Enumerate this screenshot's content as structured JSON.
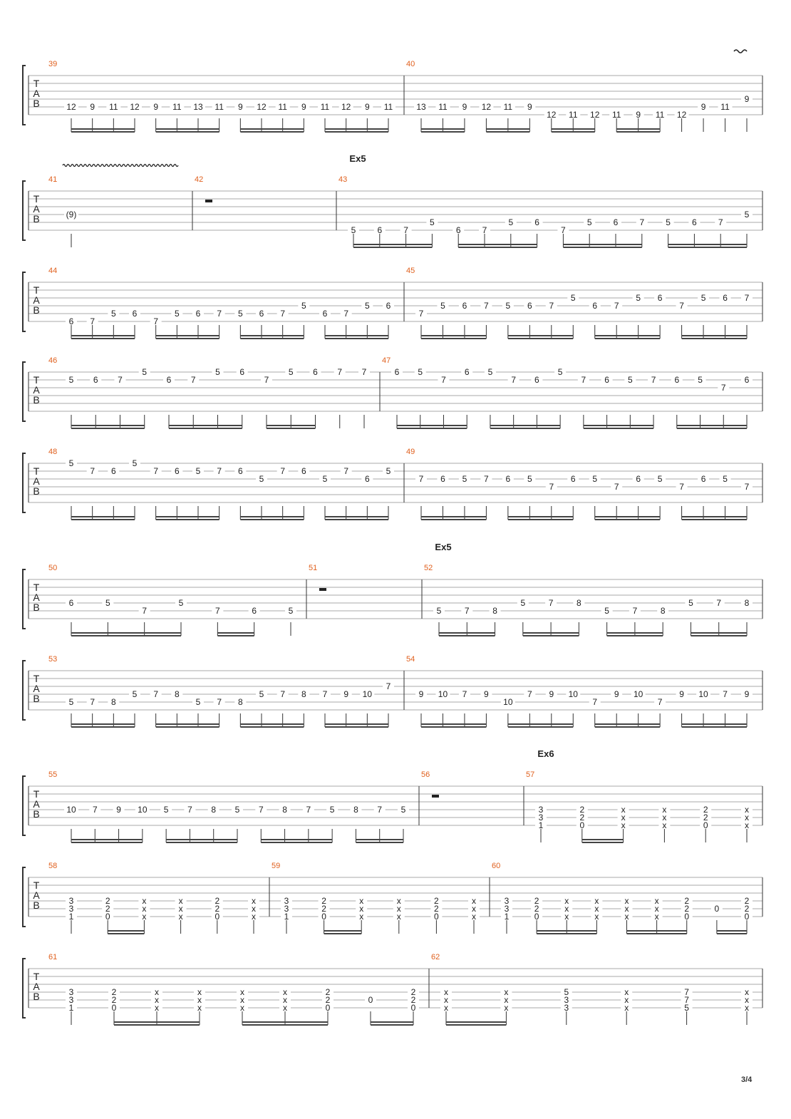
{
  "page": {
    "page_number": "3/4"
  },
  "systems": [
    {
      "markings": [
        {
          "type": "vibrato_short"
        }
      ],
      "measures": [
        {
          "number": "39",
          "beats": [
            [
              "12"
            ],
            [
              "9"
            ],
            [
              "11"
            ],
            [
              "12"
            ],
            [
              "9"
            ],
            [
              "11"
            ],
            [
              "13"
            ],
            [
              "11"
            ],
            [
              "9"
            ],
            [
              "12"
            ],
            [
              "11"
            ],
            [
              "9"
            ],
            [
              "11"
            ],
            [
              "12"
            ],
            [
              "9"
            ],
            [
              "11"
            ]
          ],
          "beam_groups": [
            4,
            4,
            4,
            4
          ]
        },
        {
          "number": "40",
          "beats": [
            [
              "13"
            ],
            [
              "11"
            ],
            [
              "9"
            ],
            [
              "12"
            ],
            [
              "11"
            ],
            [
              "9"
            ],
            [
              "12"
            ],
            [
              "11"
            ],
            [
              "12"
            ],
            [
              "11"
            ],
            [
              "9"
            ],
            [
              "11"
            ],
            [
              "12"
            ],
            [
              "9"
            ],
            [
              "11"
            ],
            [
              "9"
            ]
          ],
          "beam_groups": [
            3,
            3,
            3,
            3
          ]
        }
      ]
    },
    {
      "markings": [
        {
          "type": "vibrato_long"
        },
        {
          "type": "section",
          "text": "Ex5"
        }
      ],
      "measures": [
        {
          "number": "41",
          "beats": [
            [
              "(9)"
            ]
          ],
          "beam_groups": []
        },
        {
          "number": "42",
          "beats": [],
          "rest": true,
          "beam_groups": []
        },
        {
          "number": "43",
          "beats": [
            [
              "5"
            ],
            [
              "6"
            ],
            [
              "7"
            ],
            [
              "5"
            ],
            [
              "6"
            ],
            [
              "7"
            ],
            [
              "5"
            ],
            [
              "6"
            ],
            [
              "7"
            ],
            [
              "5"
            ],
            [
              "6"
            ],
            [
              "7"
            ],
            [
              "5"
            ],
            [
              "6"
            ],
            [
              "7"
            ],
            [
              "5"
            ]
          ],
          "beam_groups": [
            4,
            4,
            4,
            4
          ]
        }
      ]
    },
    {
      "markings": [],
      "measures": [
        {
          "number": "44",
          "beats": [
            [
              "6"
            ],
            [
              "7"
            ],
            [
              "5"
            ],
            [
              "6"
            ],
            [
              "7"
            ],
            [
              "5"
            ],
            [
              "6"
            ],
            [
              "7"
            ],
            [
              "5"
            ],
            [
              "6"
            ],
            [
              "7"
            ],
            [
              "5"
            ],
            [
              "6"
            ],
            [
              "7"
            ],
            [
              "5"
            ],
            [
              "6"
            ]
          ],
          "beam_groups": [
            4,
            4,
            4,
            4
          ]
        },
        {
          "number": "45",
          "beats": [
            [
              "7"
            ],
            [
              "5"
            ],
            [
              "6"
            ],
            [
              "7"
            ],
            [
              "5"
            ],
            [
              "6"
            ],
            [
              "7"
            ],
            [
              "5"
            ],
            [
              "6"
            ],
            [
              "7"
            ],
            [
              "5"
            ],
            [
              "6"
            ],
            [
              "7"
            ],
            [
              "5"
            ],
            [
              "6"
            ],
            [
              "7"
            ]
          ],
          "beam_groups": [
            4,
            4,
            4,
            4
          ]
        }
      ]
    },
    {
      "markings": [],
      "measures": [
        {
          "number": "46",
          "beats": [
            [
              "5"
            ],
            [
              "6"
            ],
            [
              "7"
            ],
            [
              "5"
            ],
            [
              "6"
            ],
            [
              "7"
            ],
            [
              "5"
            ],
            [
              "6"
            ],
            [
              "7"
            ],
            [
              "5"
            ],
            [
              "6"
            ],
            [
              "7"
            ],
            [
              "7"
            ]
          ],
          "beam_groups": [
            4,
            4,
            3,
            1,
            1
          ]
        },
        {
          "number": "47",
          "beats": [
            [
              "6"
            ],
            [
              "5"
            ],
            [
              "7"
            ],
            [
              "6"
            ],
            [
              "5"
            ],
            [
              "7"
            ],
            [
              "6"
            ],
            [
              "5"
            ],
            [
              "7"
            ],
            [
              "6"
            ],
            [
              "5"
            ],
            [
              "7"
            ],
            [
              "6"
            ],
            [
              "5"
            ],
            [
              "7"
            ],
            [
              "6"
            ]
          ],
          "beam_groups": [
            4,
            4,
            4,
            4
          ]
        }
      ]
    },
    {
      "markings": [],
      "measures": [
        {
          "number": "48",
          "beats": [
            [
              "5"
            ],
            [
              "7"
            ],
            [
              "6"
            ],
            [
              "5"
            ],
            [
              "7"
            ],
            [
              "6"
            ],
            [
              "5"
            ],
            [
              "7"
            ],
            [
              "6"
            ],
            [
              "5"
            ],
            [
              "7"
            ],
            [
              "6"
            ],
            [
              "5"
            ],
            [
              "7"
            ],
            [
              "6"
            ],
            [
              "5"
            ]
          ],
          "beam_groups": [
            4,
            4,
            4,
            4
          ]
        },
        {
          "number": "49",
          "beats": [
            [
              "7"
            ],
            [
              "6"
            ],
            [
              "5"
            ],
            [
              "7"
            ],
            [
              "6"
            ],
            [
              "5"
            ],
            [
              "7"
            ],
            [
              "6"
            ],
            [
              "5"
            ],
            [
              "7"
            ],
            [
              "6"
            ],
            [
              "5"
            ],
            [
              "7"
            ],
            [
              "6"
            ],
            [
              "5"
            ],
            [
              "7"
            ]
          ],
          "beam_groups": [
            4,
            4,
            4,
            4
          ]
        }
      ]
    },
    {
      "markings": [
        {
          "type": "section",
          "text": "Ex5"
        }
      ],
      "measures": [
        {
          "number": "50",
          "beats": [
            [
              "6"
            ],
            [
              "5"
            ],
            [
              "7"
            ],
            [
              "5"
            ],
            [
              "7"
            ],
            [
              "6"
            ],
            [
              "5"
            ]
          ],
          "beam_groups": [
            4,
            2,
            1
          ]
        },
        {
          "number": "51",
          "beats": [],
          "rest": true,
          "beam_groups": []
        },
        {
          "number": "52",
          "beats": [
            [
              "5"
            ],
            [
              "7"
            ],
            [
              "8"
            ],
            [
              "5"
            ],
            [
              "7"
            ],
            [
              "8"
            ],
            [
              "5"
            ],
            [
              "7"
            ],
            [
              "8"
            ],
            [
              "5"
            ],
            [
              "7"
            ],
            [
              "8"
            ]
          ],
          "beam_groups": [
            3,
            3,
            3,
            3
          ]
        }
      ]
    },
    {
      "markings": [],
      "measures": [
        {
          "number": "53",
          "beats": [
            [
              "5"
            ],
            [
              "7"
            ],
            [
              "8"
            ],
            [
              "5"
            ],
            [
              "7"
            ],
            [
              "8"
            ],
            [
              "5"
            ],
            [
              "7"
            ],
            [
              "8"
            ],
            [
              "5"
            ],
            [
              "7"
            ],
            [
              "8"
            ],
            [
              "7"
            ],
            [
              "9"
            ],
            [
              "10"
            ],
            [
              "7"
            ]
          ],
          "beam_groups": [
            4,
            4,
            4,
            4
          ]
        },
        {
          "number": "54",
          "beats": [
            [
              "9"
            ],
            [
              "10"
            ],
            [
              "7"
            ],
            [
              "9"
            ],
            [
              "10"
            ],
            [
              "7"
            ],
            [
              "9"
            ],
            [
              "10"
            ],
            [
              "7"
            ],
            [
              "9"
            ],
            [
              "10"
            ],
            [
              "7"
            ],
            [
              "9"
            ],
            [
              "10"
            ],
            [
              "7"
            ],
            [
              "9"
            ]
          ],
          "beam_groups": [
            4,
            4,
            4,
            4
          ]
        }
      ]
    },
    {
      "markings": [
        {
          "type": "section",
          "text": "Ex6"
        }
      ],
      "measures": [
        {
          "number": "55",
          "beats": [
            [
              "10"
            ],
            [
              "7"
            ],
            [
              "9"
            ],
            [
              "10"
            ],
            [
              "5"
            ],
            [
              "7"
            ],
            [
              "8"
            ],
            [
              "5"
            ],
            [
              "7"
            ],
            [
              "8"
            ],
            [
              "7"
            ],
            [
              "5"
            ],
            [
              "8"
            ],
            [
              "7"
            ],
            [
              "5"
            ]
          ],
          "beam_groups": [
            4,
            4,
            4,
            3
          ]
        },
        {
          "number": "56",
          "beats": [],
          "rest": true,
          "beam_groups": []
        },
        {
          "number": "57",
          "beats": [
            [
              "3",
              "3",
              "1"
            ],
            [
              "2",
              "2",
              "0"
            ],
            [
              "x",
              "x",
              "x"
            ],
            [
              "x",
              "x",
              "x"
            ],
            [
              "2",
              "2",
              "0"
            ],
            [
              "x",
              "x",
              "x"
            ]
          ],
          "beam_groups": [
            1,
            2,
            1,
            1,
            1
          ]
        }
      ]
    },
    {
      "markings": [],
      "measures": [
        {
          "number": "58",
          "beats": [
            [
              "3",
              "3",
              "1"
            ],
            [
              "2",
              "2",
              "0"
            ],
            [
              "x",
              "x",
              "x"
            ],
            [
              "x",
              "x",
              "x"
            ],
            [
              "2",
              "2",
              "0"
            ],
            [
              "x",
              "x",
              "x"
            ]
          ],
          "beam_groups": [
            1,
            2,
            1,
            1,
            1
          ]
        },
        {
          "number": "59",
          "beats": [
            [
              "3",
              "3",
              "1"
            ],
            [
              "2",
              "2",
              "0"
            ],
            [
              "x",
              "x",
              "x"
            ],
            [
              "x",
              "x",
              "x"
            ],
            [
              "2",
              "2",
              "0"
            ],
            [
              "x",
              "x",
              "x"
            ]
          ],
          "beam_groups": [
            1,
            2,
            1,
            1,
            1
          ]
        },
        {
          "number": "60",
          "beats": [
            [
              "3",
              "3",
              "1"
            ],
            [
              "2",
              "2",
              "0"
            ],
            [
              "x",
              "x",
              "x"
            ],
            [
              "x",
              "x",
              "x"
            ],
            [
              "x",
              "x",
              "x"
            ],
            [
              "x",
              "x",
              "x"
            ],
            [
              "2",
              "2",
              "0"
            ],
            [
              "0"
            ],
            [
              "2",
              "2",
              "0"
            ]
          ],
          "beam_groups": [
            1,
            3,
            3,
            2
          ]
        }
      ]
    },
    {
      "markings": [],
      "measures": [
        {
          "number": "61",
          "beats": [
            [
              "3",
              "3",
              "1"
            ],
            [
              "2",
              "2",
              "0"
            ],
            [
              "x",
              "x",
              "x"
            ],
            [
              "x",
              "x",
              "x"
            ],
            [
              "x",
              "x",
              "x"
            ],
            [
              "x",
              "x",
              "x"
            ],
            [
              "2",
              "2",
              "0"
            ],
            [
              "0"
            ],
            [
              "2",
              "2",
              "0"
            ]
          ],
          "beam_groups": [
            1,
            3,
            3,
            2
          ]
        },
        {
          "number": "62",
          "beats": [
            [
              "x",
              "x",
              "x"
            ],
            [
              "x",
              "x",
              "x"
            ],
            [
              "5",
              "3",
              "3"
            ],
            [
              "x",
              "x",
              "x"
            ],
            [
              "7",
              "7",
              "5"
            ],
            [
              "x",
              "x",
              "x"
            ]
          ],
          "beam_groups": [
            2,
            1,
            1,
            1,
            1
          ]
        }
      ]
    }
  ]
}
